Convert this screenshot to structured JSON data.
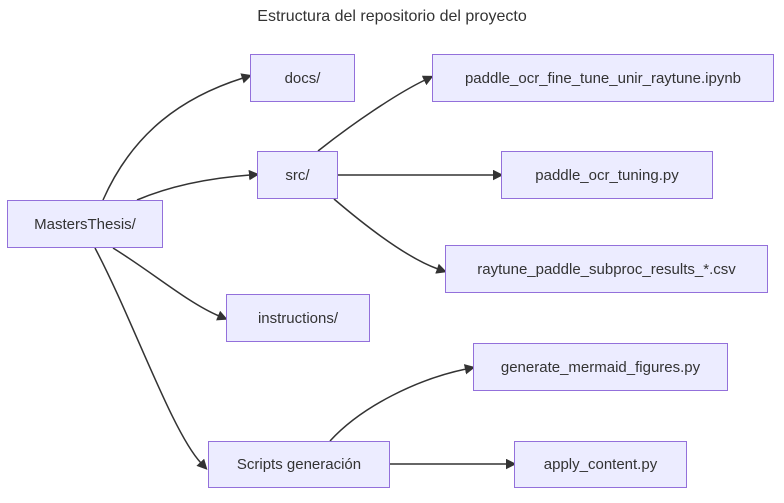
{
  "title": "Estructura del repositorio del proyecto",
  "diagram": {
    "type": "flowchart",
    "direction": "left-to-right",
    "nodes": [
      {
        "id": "root",
        "label": "MastersThesis/"
      },
      {
        "id": "docs",
        "label": "docs/"
      },
      {
        "id": "ipynb",
        "label": "paddle_ocr_fine_tune_unir_raytune.ipynb"
      },
      {
        "id": "src",
        "label": "src/"
      },
      {
        "id": "tuning",
        "label": "paddle_ocr_tuning.py"
      },
      {
        "id": "csv",
        "label": "raytune_paddle_subproc_results_*.csv"
      },
      {
        "id": "instructions",
        "label": "instructions/"
      },
      {
        "id": "generate",
        "label": "generate_mermaid_figures.py"
      },
      {
        "id": "scripts",
        "label": "Scripts generación"
      },
      {
        "id": "apply",
        "label": "apply_content.py"
      }
    ],
    "edges": [
      {
        "from": "root",
        "to": "docs"
      },
      {
        "from": "root",
        "to": "src"
      },
      {
        "from": "root",
        "to": "instructions"
      },
      {
        "from": "root",
        "to": "scripts"
      },
      {
        "from": "src",
        "to": "ipynb"
      },
      {
        "from": "src",
        "to": "tuning"
      },
      {
        "from": "src",
        "to": "csv"
      },
      {
        "from": "scripts",
        "to": "generate"
      },
      {
        "from": "scripts",
        "to": "apply"
      }
    ],
    "colors": {
      "node_fill": "#ECECFF",
      "node_border": "#9370DB",
      "edge": "#333333",
      "text": "#333333",
      "background": "#FFFFFF"
    }
  }
}
